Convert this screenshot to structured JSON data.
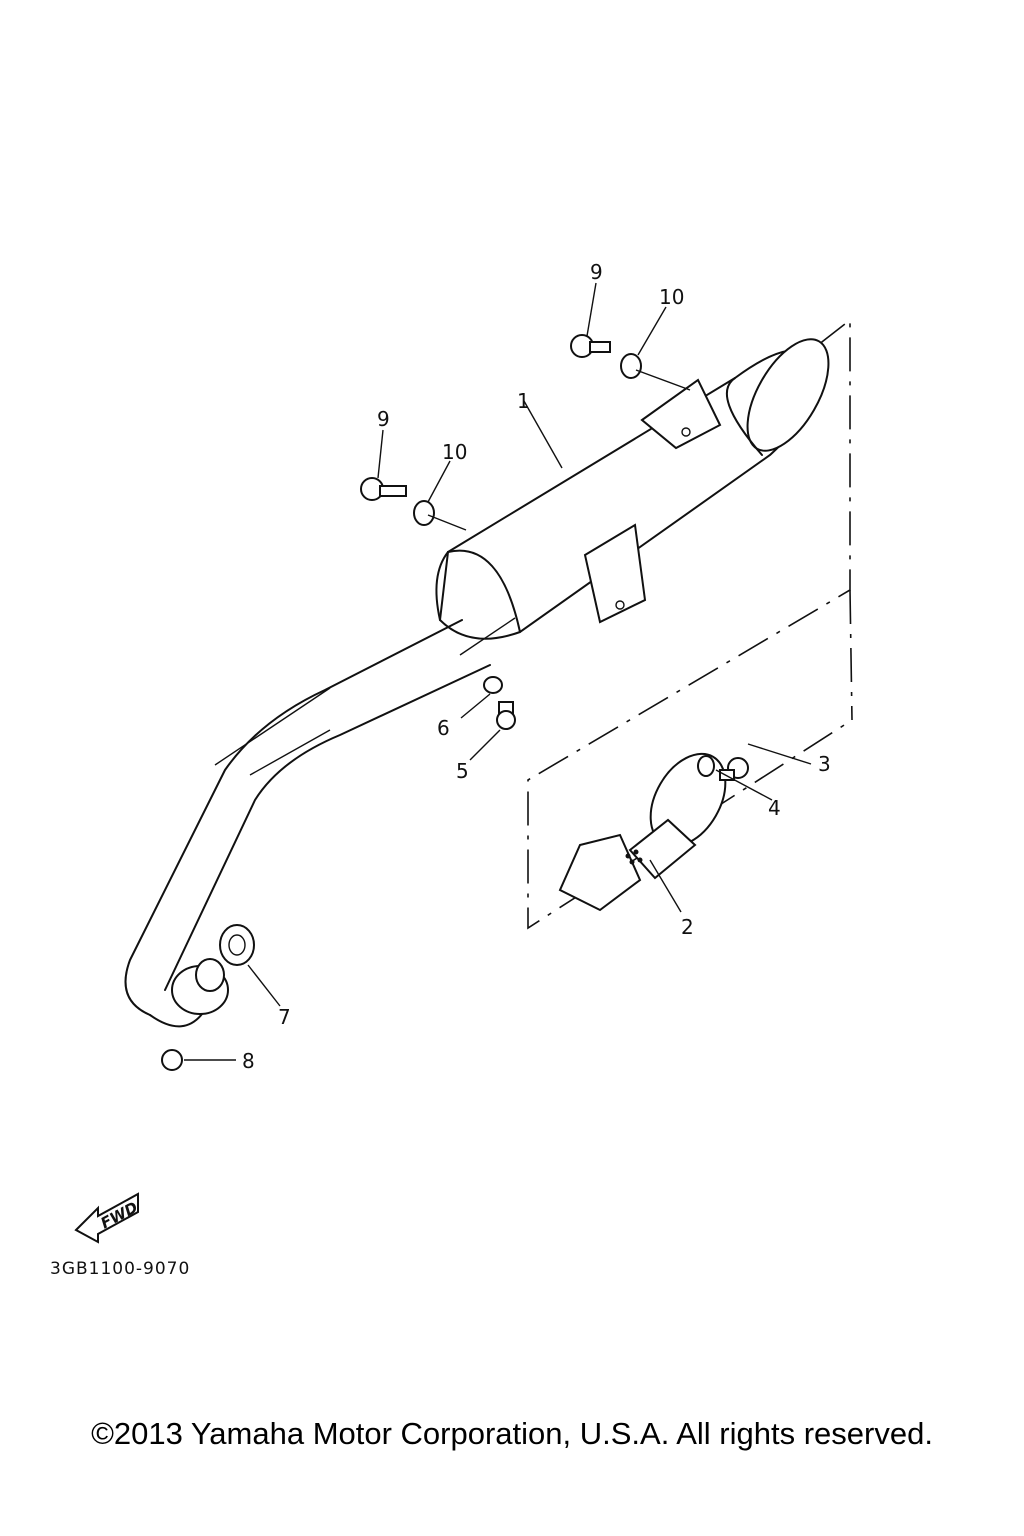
{
  "diagram": {
    "callouts": {
      "c1": "1",
      "c2": "2",
      "c3": "3",
      "c4": "4",
      "c5": "5",
      "c6": "6",
      "c7": "7",
      "c8": "8",
      "c9a": "9",
      "c9b": "9",
      "c10a": "10",
      "c10b": "10"
    },
    "fwd_label": "FWD",
    "part_code": "3GB1100-9070"
  },
  "footer": {
    "copyright": "©2013 Yamaha Motor Corporation, U.S.A. All rights reserved."
  }
}
